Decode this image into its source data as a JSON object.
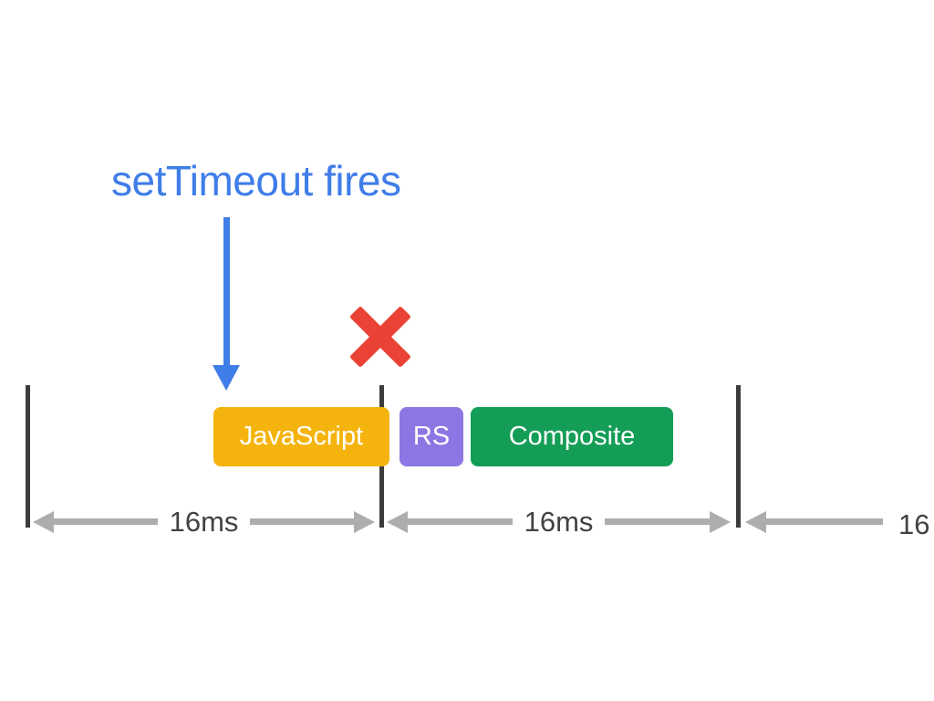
{
  "diagram": {
    "title": "frame timing with setTimeout",
    "colors": {
      "background": "#ffffff",
      "accent_blue": "#3F7DE8",
      "error_red": "#EA4335",
      "boundary_dark": "#3C3C3C",
      "measure_gray": "#ADADAD",
      "interval_text_gray": "#424242"
    },
    "callout": {
      "label": "setTimeout fires"
    },
    "frame_tasks": [
      {
        "label": "JavaScript",
        "color": "#F4B40D"
      },
      {
        "label": "RS",
        "color": "#8D76E4"
      },
      {
        "label": "Composite",
        "color": "#149D56"
      }
    ],
    "frame_intervals": [
      {
        "label": "16ms"
      },
      {
        "label": "16ms"
      },
      {
        "label": "16"
      }
    ],
    "boundary_count": 3
  }
}
